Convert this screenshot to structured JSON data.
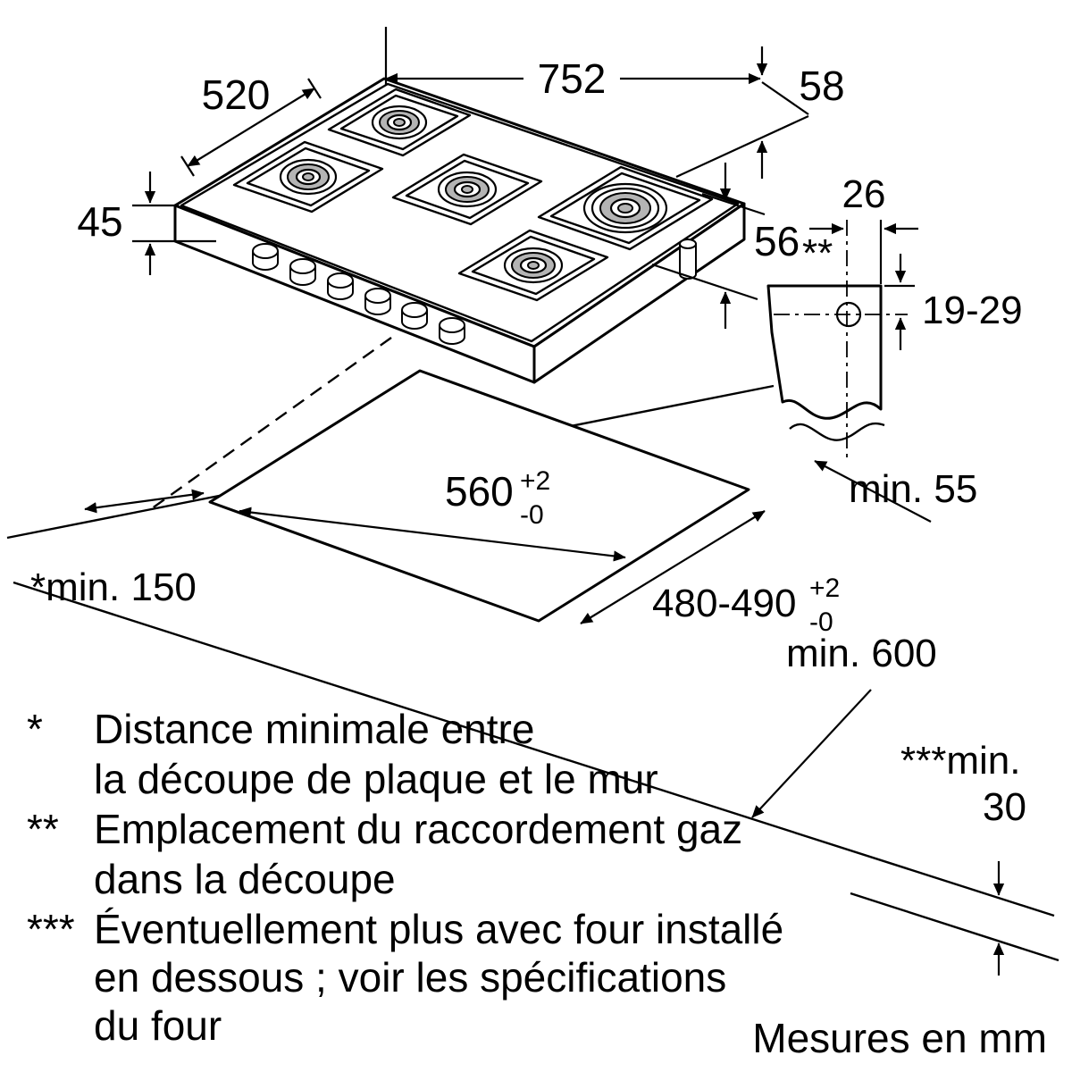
{
  "hob": {
    "width": "752",
    "depth": "520",
    "height": "45",
    "gas_offset_back": "58",
    "gas_offset_down": "56"
  },
  "gas_detail": {
    "marker": "**",
    "hole_to_edge": "26",
    "hole_depth_range": "19-29"
  },
  "cutout": {
    "width": "560",
    "width_tol_upper": "+2",
    "width_tol_lower": "-0",
    "depth": "480-490",
    "depth_tol_upper": "+2",
    "depth_tol_lower": "-0"
  },
  "clearances": {
    "to_front_edge": "min. 55",
    "to_wall": "*min. 150",
    "worktop_depth": "min. 600",
    "below_label": "***min.",
    "below_value": "30"
  },
  "legend": {
    "item1": {
      "marker": "*",
      "line1": "Distance minimale entre",
      "line2": "la découpe de plaque et le mur"
    },
    "item2": {
      "marker": "**",
      "line1": "Emplacement du raccordement gaz",
      "line2": "dans la découpe"
    },
    "item3": {
      "marker": "***",
      "line1": "Éventuellement plus avec four installé",
      "line2": "en dessous ; voir les spécifications",
      "line3": "du four"
    }
  },
  "footer": {
    "units": "Mesures en mm"
  },
  "colors": {
    "line": "#000000",
    "burner_fill": "#b4b4b4"
  }
}
